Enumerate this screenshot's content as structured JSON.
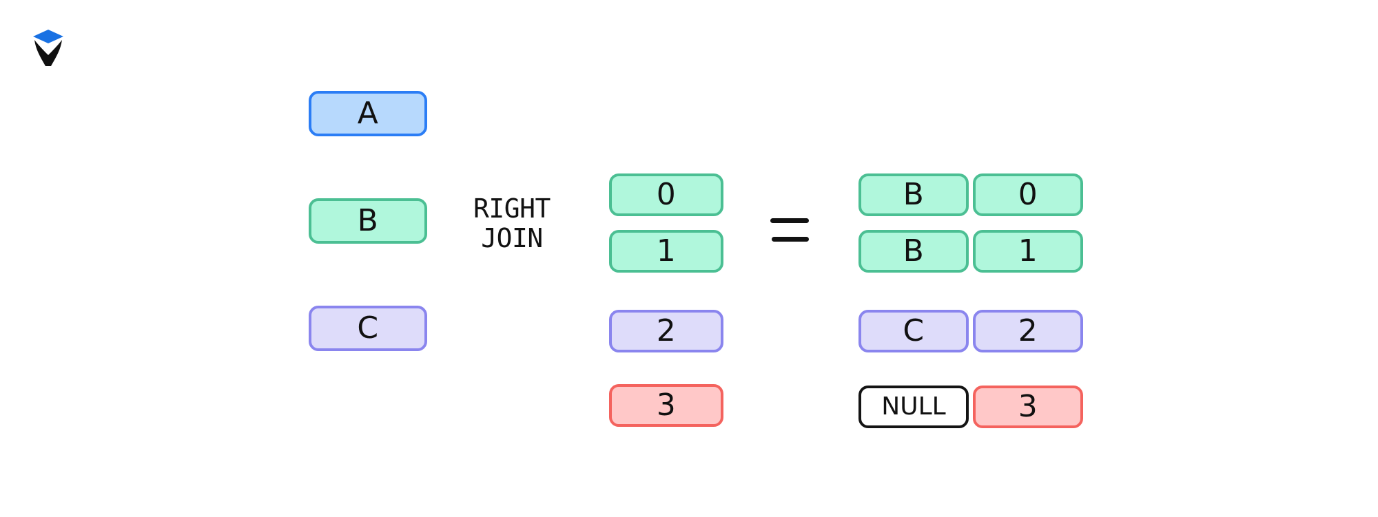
{
  "logo": {
    "name": "excalidraw-logo",
    "diamond_color": "#1971e3",
    "x_color": "#101010"
  },
  "diagram": {
    "title": "RIGHT JOIN",
    "operator_lines": [
      "RIGHT",
      "JOIN"
    ],
    "equals_symbol": "=",
    "left_table": {
      "name": "left-table",
      "rows": [
        {
          "label": "A",
          "color": "blue"
        },
        {
          "label": "B",
          "color": "green"
        },
        {
          "label": "C",
          "color": "purple"
        }
      ]
    },
    "right_table": {
      "name": "right-table",
      "rows": [
        {
          "label": "0",
          "color": "green"
        },
        {
          "label": "1",
          "color": "green"
        },
        {
          "label": "2",
          "color": "purple"
        },
        {
          "label": "3",
          "color": "red"
        }
      ]
    },
    "result_table": {
      "name": "result-table",
      "rows": [
        {
          "left": "B",
          "right": "0",
          "left_color": "green",
          "right_color": "green"
        },
        {
          "left": "B",
          "right": "1",
          "left_color": "green",
          "right_color": "green"
        },
        {
          "left": "C",
          "right": "2",
          "left_color": "purple",
          "right_color": "purple"
        },
        {
          "left": "NULL",
          "right": "3",
          "left_color": "white",
          "right_color": "red"
        }
      ]
    }
  },
  "colors": {
    "blue_fill": "#b7d9fd",
    "blue_stroke": "#2b7df5",
    "green_fill": "#b0f7dc",
    "green_stroke": "#4bbf93",
    "purple_fill": "#dedcfa",
    "purple_stroke": "#8a85ee",
    "red_fill": "#ffc8c8",
    "red_stroke": "#f4635e",
    "white_fill": "#ffffff",
    "black_stroke": "#141414",
    "canvas": "#ffffff"
  }
}
